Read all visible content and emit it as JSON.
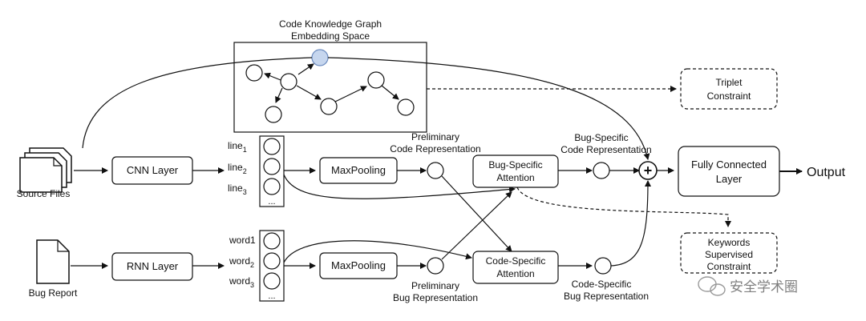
{
  "kg": {
    "title_line1": "Code Knowledge Graph",
    "title_line2": "Embedding Space"
  },
  "inputs": {
    "source_files": "Source Files",
    "bug_report": "Bug Report"
  },
  "layers": {
    "cnn": "CNN Layer",
    "rnn": "RNN Layer",
    "maxpool_top": "MaxPooling",
    "maxpool_bottom": "MaxPooling",
    "fully_connected_line1": "Fully Connected",
    "fully_connected_line2": "Layer"
  },
  "vectors": {
    "line": "line",
    "line_subs": [
      "1",
      "2",
      "3"
    ],
    "word": "word",
    "word_subs": [
      "1",
      "2",
      "3"
    ],
    "ellipsis": "..."
  },
  "attention": {
    "bug_line1": "Bug-Specific",
    "bug_line2": "Attention",
    "code_line1": "Code-Specific",
    "code_line2": "Attention"
  },
  "representations": {
    "prelim_code_line1": "Preliminary",
    "prelim_code_line2": "Code Representation",
    "prelim_bug_line1": "Preliminary",
    "prelim_bug_line2": "Bug Representation",
    "bugspec_code_line1": "Bug-Specific",
    "bugspec_code_line2": "Code Representation",
    "codespec_bug_line1": "Code-Specific",
    "codespec_bug_line2": "Bug Representation"
  },
  "constraints": {
    "triplet_line1": "Triplet",
    "triplet_line2": "Constraint",
    "keywords_line1": "Keywords",
    "keywords_line2": "Supervised",
    "keywords_line3": "Constraint"
  },
  "output": {
    "label": "Output",
    "combine_symbol": "+"
  },
  "watermark": "安全学术圈",
  "colors": {
    "highlight_node": "#c6d6ee",
    "stroke": "#111111"
  }
}
